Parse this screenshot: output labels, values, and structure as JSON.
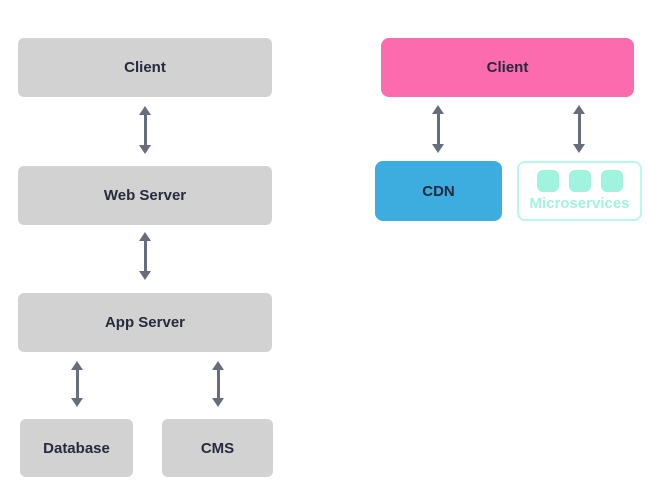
{
  "diagram": {
    "nodes": {
      "client_left": "Client",
      "web_server": "Web Server",
      "app_server": "App Server",
      "database": "Database",
      "cms": "CMS",
      "client_right": "Client",
      "cdn": "CDN",
      "microservices": "Microservices"
    },
    "connections": [
      {
        "from": "client_left",
        "to": "web_server",
        "bidirectional": true
      },
      {
        "from": "web_server",
        "to": "app_server",
        "bidirectional": true
      },
      {
        "from": "app_server",
        "to": "database",
        "bidirectional": true
      },
      {
        "from": "app_server",
        "to": "cms",
        "bidirectional": true
      },
      {
        "from": "client_right",
        "to": "cdn",
        "bidirectional": true
      },
      {
        "from": "client_right",
        "to": "microservices",
        "bidirectional": true
      }
    ],
    "icons": {
      "microservices": "three-rounded-squares",
      "microservices_square_count": 3
    },
    "colors": {
      "background": "#ffffff",
      "box_gray": "#d2d2d2",
      "text_dark": "#252a3d",
      "arrow_gray": "#666e7d",
      "client_pink": "#fb6bae",
      "cdn_blue": "#3daddf",
      "microservices_mint": "#9ff3df",
      "microservices_border": "#b9f7ea"
    }
  }
}
